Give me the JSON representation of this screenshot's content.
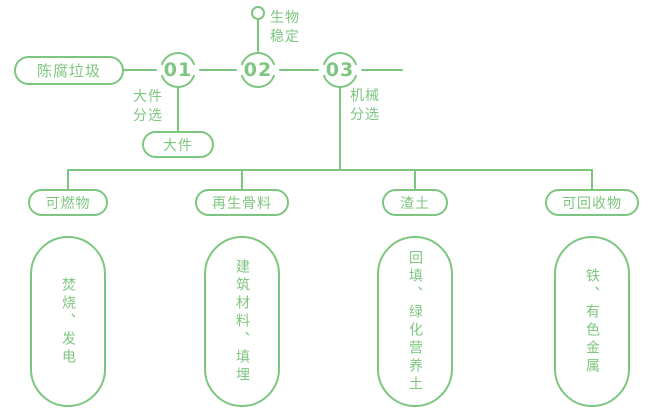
{
  "colors": {
    "accent": "#7dc67f"
  },
  "root": {
    "label": "陈腐垃圾"
  },
  "timeline": {
    "steps": [
      {
        "number": "01",
        "label": "大件\n分选",
        "output": "大件"
      },
      {
        "number": "02",
        "label": "生物\n稳定"
      },
      {
        "number": "03",
        "label": "机械\n分选"
      }
    ]
  },
  "branches": [
    {
      "label": "可燃物",
      "result": "焚烧、发电"
    },
    {
      "label": "再生骨料",
      "result": "建筑材料、填埋"
    },
    {
      "label": "渣土",
      "result": "回填、绿化营养土"
    },
    {
      "label": "可回收物",
      "result": "铁、有色金属"
    }
  ]
}
